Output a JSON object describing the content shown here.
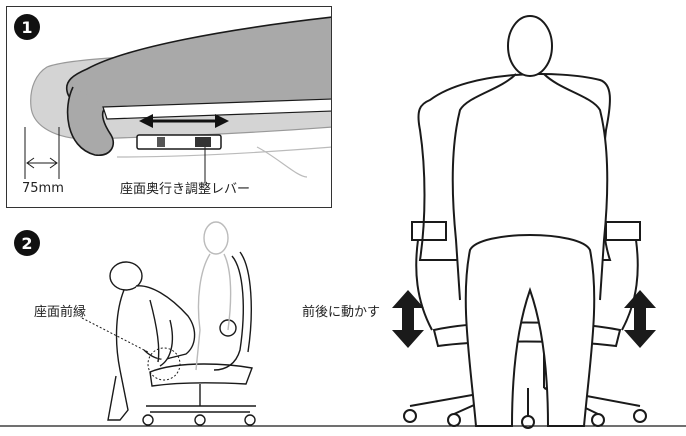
{
  "steps": {
    "step1_number": "1",
    "step2_number": "2"
  },
  "labels": {
    "dimension": "75mm",
    "lever": "座面奥行き調整レバー",
    "seat_front_edge": "座面前縁",
    "move_forward_back": "前後に動かす"
  },
  "colors": {
    "seat_cushion": "#a9a9a9",
    "seat_ghost": "#d4d4d4",
    "line": "#1a1a1a",
    "badge": "#111111"
  },
  "icons": {
    "horizontal_arrow": "double-arrow-horizontal-icon",
    "vertical_arrow": "double-arrow-vertical-icon"
  }
}
